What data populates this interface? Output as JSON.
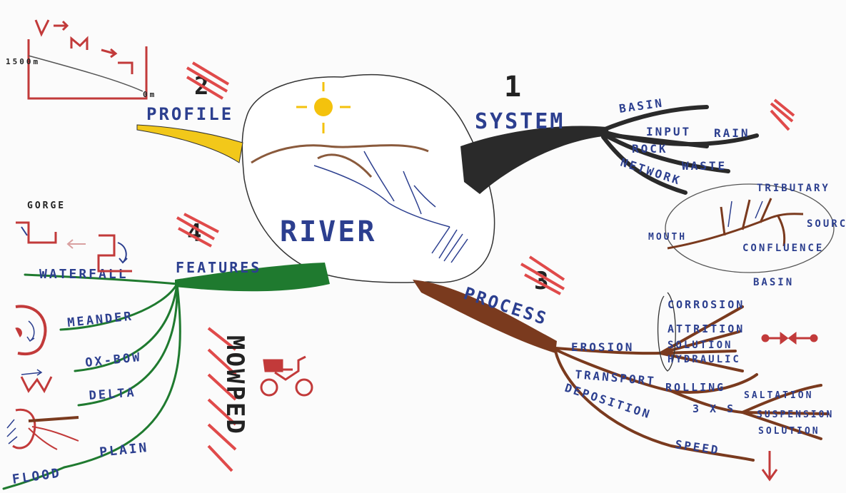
{
  "colors": {
    "ink_blue": "#2c3f8f",
    "system_black": "#2a2a2a",
    "profile_yellow": "#f2c81a",
    "features_green": "#1f7a2f",
    "process_brown": "#7a3a1e",
    "highlight_red": "#e04a4a",
    "sketch_red": "#c23a3a"
  },
  "center": {
    "label": "RIVER",
    "sun_icon": "sun-icon"
  },
  "branches": {
    "system": {
      "number": "1",
      "title": "SYSTEM",
      "children": [
        "BASIN",
        "INPUT",
        "RAIN",
        "ROCK",
        "WASTE",
        "NETWORK"
      ]
    },
    "profile": {
      "number": "2",
      "title": "PROFILE",
      "top_label": "1500m",
      "bottom_label": "0m"
    },
    "process": {
      "number": "3",
      "title": "PROCESS",
      "erosion": {
        "label": "EROSION",
        "items": [
          "CORROSION",
          "ATTRITION",
          "SOLUTION",
          "HYDRAULIC"
        ]
      },
      "transport": {
        "label": "TRANSPORT",
        "items": [
          "ROLLING",
          "3 X S",
          "SALTATION",
          "SUSPENSION",
          "SOLUTION"
        ]
      },
      "deposition": {
        "label": "DEPOSITION",
        "items": [
          "SPEED"
        ]
      }
    },
    "features": {
      "number": "4",
      "title": "FEATURES",
      "items": [
        "WATERFALL",
        "MEANDER",
        "OX-BOW",
        "DELTA",
        "PLAIN",
        "FLOOD"
      ],
      "gorge_label": "GORGE"
    }
  },
  "basin_diagram": {
    "labels": [
      "TRIBUTARY",
      "SOURCE",
      "MOUTH",
      "CONFLUENCE",
      "BASIN"
    ]
  },
  "mnemonic": {
    "word": "MOWPED"
  }
}
